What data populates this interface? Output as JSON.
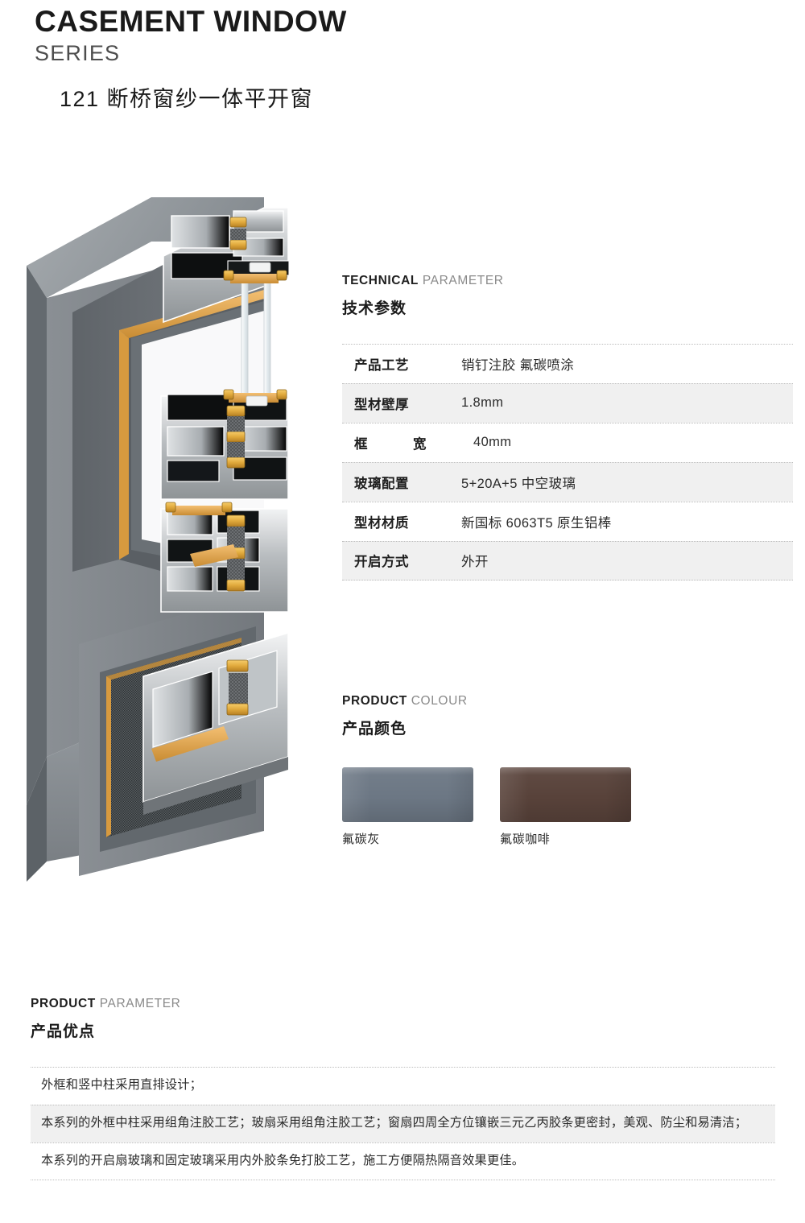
{
  "header": {
    "title_en_main": "CASEMENT WINDOW",
    "title_en_sub": "SERIES",
    "title_cn": "121 断桥窗纱一体平开窗"
  },
  "technical": {
    "heading_en_strong": "TECHNICAL",
    "heading_en_light": "PARAMETER",
    "heading_cn": "技术参数",
    "rows": [
      {
        "label": "产品工艺",
        "value": "销钉注胶  氟碳喷涂"
      },
      {
        "label": "型材壁厚",
        "value": "1.8mm"
      },
      {
        "label": "框　宽",
        "value": "40mm"
      },
      {
        "label": "玻璃配置",
        "value": "5+20A+5 中空玻璃"
      },
      {
        "label": "型材材质",
        "value": "新国标 6063T5 原生铝棒"
      },
      {
        "label": "开启方式",
        "value": "外开"
      }
    ]
  },
  "colour": {
    "heading_en_strong": "PRODUCT",
    "heading_en_light": "COLOUR",
    "heading_cn": "产品颜色",
    "swatches": [
      {
        "label": "氟碳灰",
        "hex": "#6c7784"
      },
      {
        "label": "氟碳咖啡",
        "hex": "#58423a"
      }
    ]
  },
  "advantages": {
    "heading_en_strong": "PRODUCT",
    "heading_en_light": "PARAMETER",
    "heading_cn": "产品优点",
    "rows": [
      "外框和竖中柱采用直排设计；",
      "本系列的外框中柱采用组角注胶工艺；玻扇采用组角注胶工艺；窗扇四周全方位镶嵌三元乙丙胶条更密封，美观、防尘和易清洁；",
      "本系列的开启扇玻璃和固定玻璃采用内外胶条免打胶工艺，施工方便隔热隔音效果更佳。"
    ]
  },
  "product_image": {
    "alt_name": "aluminium-casement-window-cutaway-render",
    "frame_color": "#7c8186",
    "thermal_break_color": "#e0a14f",
    "insulation_bar_color": "#f0b83a",
    "glass_color": "#e9eef0",
    "mesh_color": "#4e5457"
  }
}
